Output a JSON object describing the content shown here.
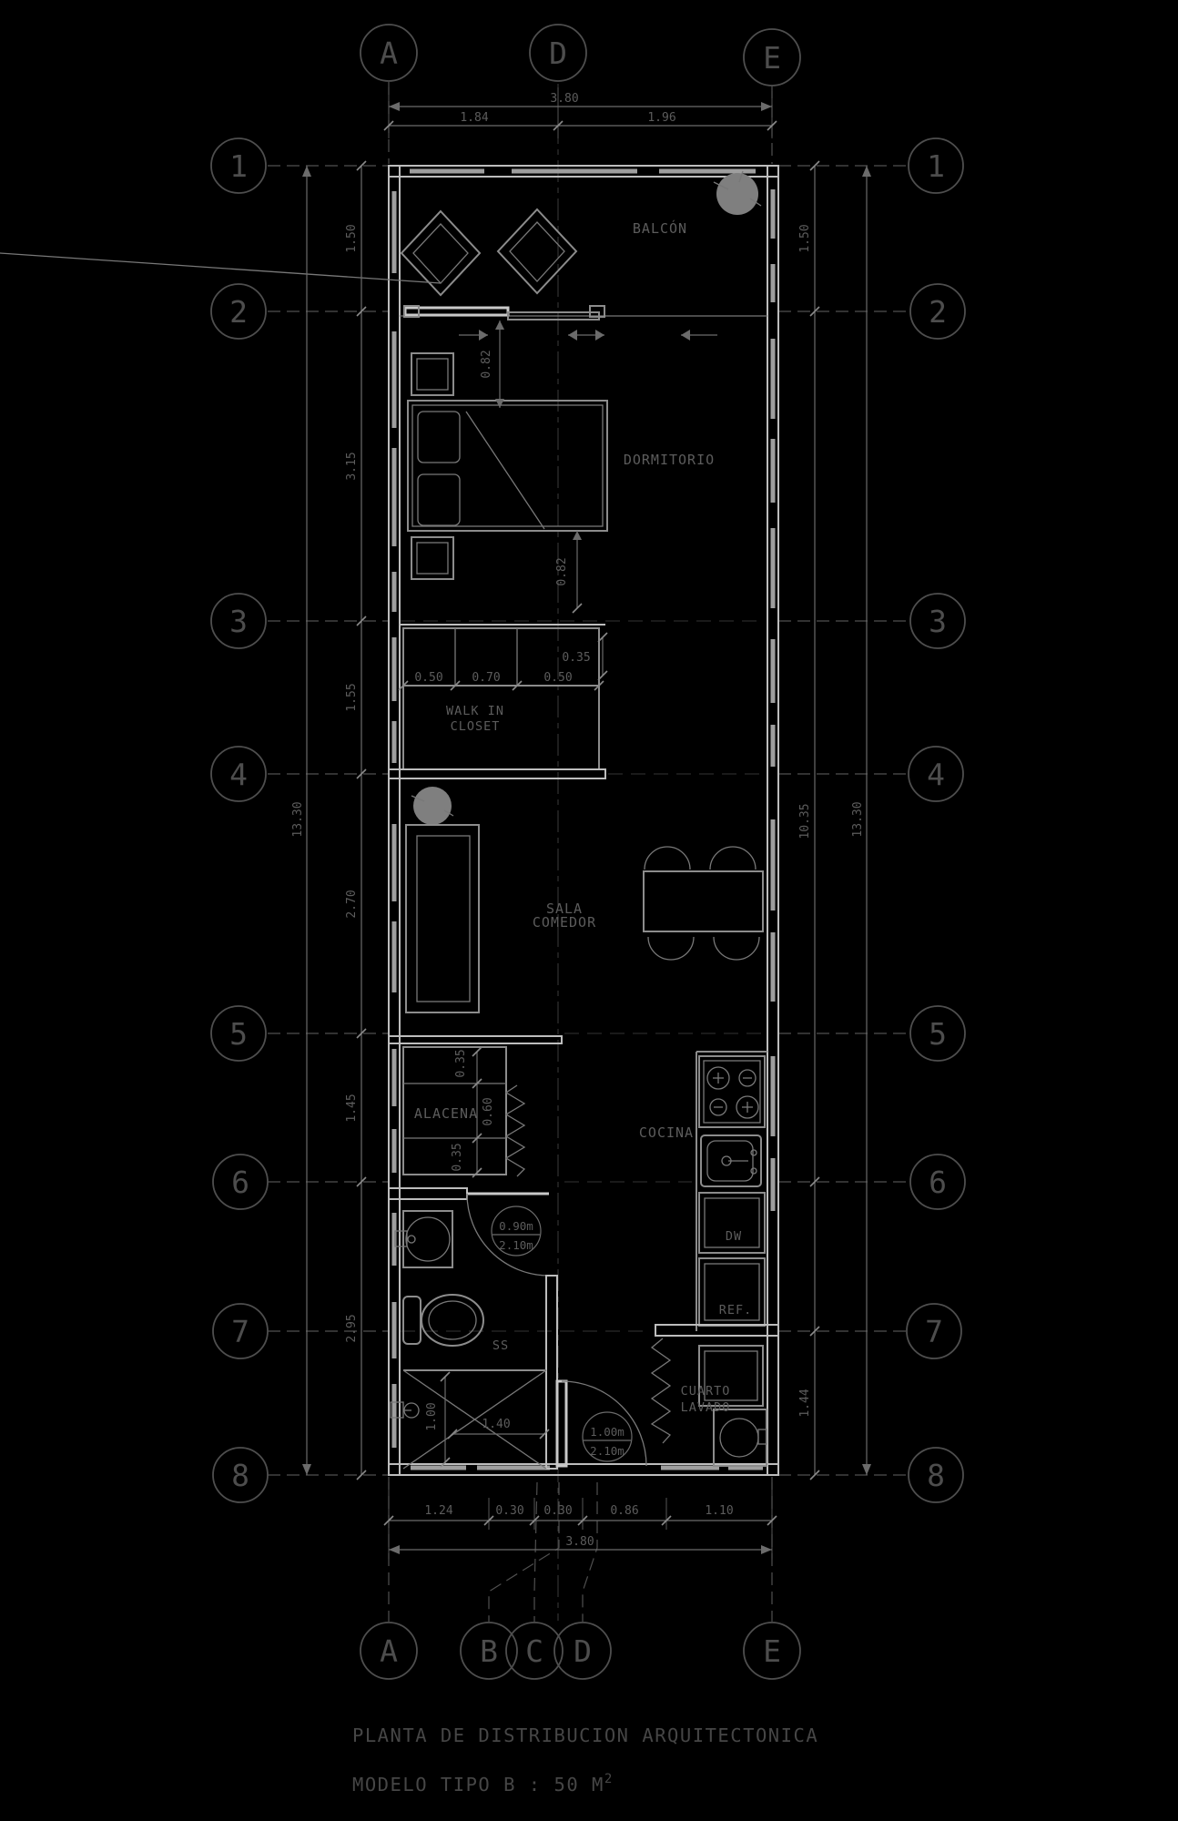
{
  "meta": {
    "drawing_type": "architectural floor plan"
  },
  "colors": {
    "background": "#000000",
    "wall_line": "#bdbdbd",
    "window_fill": "#9e9e9e",
    "furniture_line": "#8c8c8c",
    "dimension_line": "#6b6b6b",
    "grid_line": "#4f4f4f",
    "label_text": "#5c5c5c",
    "title_text": "#464646",
    "plant_fill": "#7f7f7f"
  },
  "title": {
    "line1": "PLANTA DE DISTRIBUCION ARQUITECTONICA",
    "line2": "MODELO TIPO B : 50 M",
    "line2_sup": "2"
  },
  "grid": {
    "cols_top": [
      "A",
      "D",
      "E"
    ],
    "cols_bottom": [
      "A",
      "B",
      "C",
      "D",
      "E"
    ],
    "rows": [
      "1",
      "2",
      "3",
      "4",
      "5",
      "6",
      "7",
      "8"
    ]
  },
  "dims": {
    "top_total": "3.80",
    "top_segments": [
      "1.84",
      "1.96"
    ],
    "bottom_segments": [
      "1.24",
      "0.30",
      "0.30",
      "0.86",
      "1.10"
    ],
    "bottom_total": "3.80",
    "left_segments": [
      "1.50",
      "3.15",
      "1.55",
      "2.70",
      "1.45",
      "2.95"
    ],
    "left_total": "13.30",
    "right_upper": "1.50",
    "right_span": "10.35",
    "right_lower": "1.44",
    "right_total": "13.30",
    "closet_segments": [
      "0.50",
      "0.70",
      "0.50"
    ],
    "closet_depth": "0.35",
    "bedroom_door": "0.82",
    "bed_side": "0.82",
    "pantry_segments": [
      "0.35",
      "0.60",
      "0.35"
    ],
    "shower_width": "1.40",
    "shower_depth": "1.00",
    "bath_door_width": "0.90m",
    "bath_door_height": "2.10m",
    "entry_door_width": "1.00m",
    "entry_door_height": "2.10m"
  },
  "rooms": {
    "balcony": "BALCÓN",
    "bedroom": "DORMITORIO",
    "closet_line1": "WALK IN",
    "closet_line2": "CLOSET",
    "living_line1": "SALA",
    "living_line2": "COMEDOR",
    "pantry": "ALACENA",
    "bathroom": "SS",
    "kitchen": "COCINA",
    "laundry_line1": "CUARTO",
    "laundry_line2": "LAVADO"
  },
  "appliances": {
    "dishwasher": "DW",
    "refrigerator": "REF."
  }
}
